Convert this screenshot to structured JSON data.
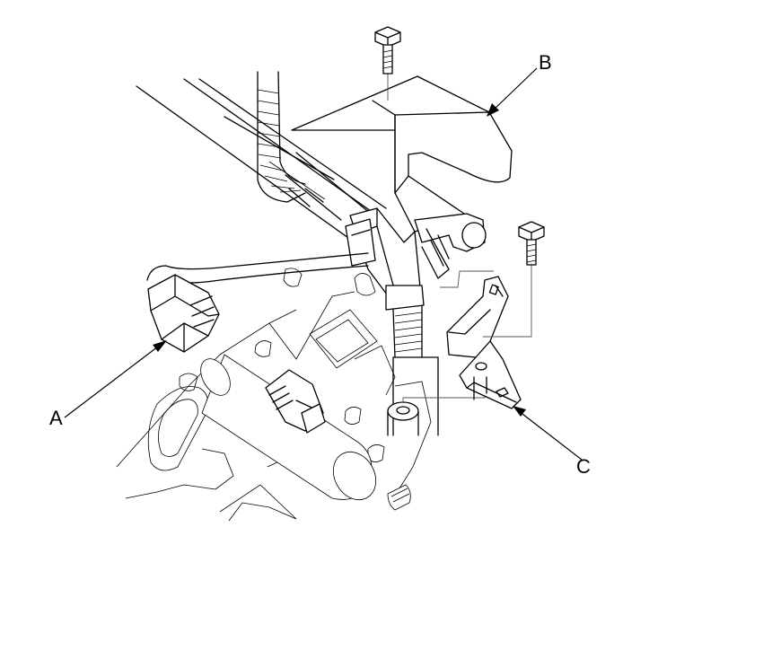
{
  "callouts": [
    {
      "id": "A",
      "text": "A",
      "part": "harness-connector"
    },
    {
      "id": "B",
      "text": "B",
      "part": "harness-cover"
    },
    {
      "id": "C",
      "text": "C",
      "part": "harness-bracket"
    }
  ],
  "icons": [
    "bolt-icon",
    "connector-icon",
    "bracket-icon",
    "cover-icon"
  ],
  "colors": {
    "line": "#000000",
    "background": "#ffffff"
  }
}
